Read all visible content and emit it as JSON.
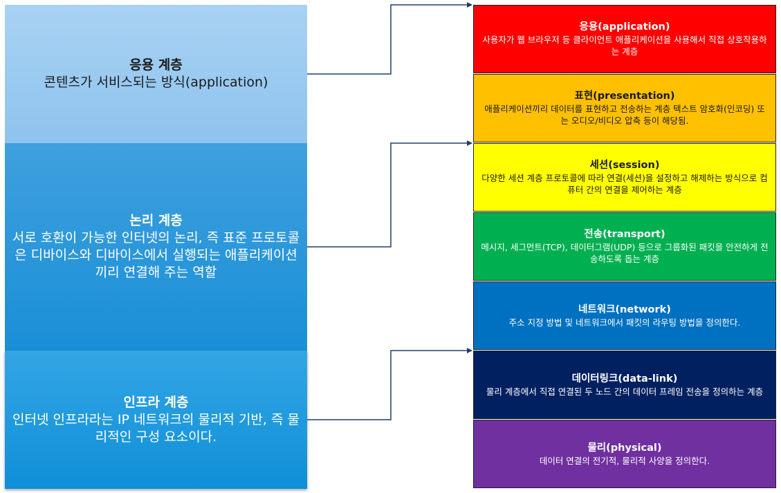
{
  "left": {
    "application": {
      "title": "응용 계층",
      "desc": "콘텐츠가 서비스되는 방식(application)"
    },
    "logic": {
      "title": "논리 계층",
      "desc": "서로 호환이 가능한 인터넷의 논리, 즉 표준 프로토콜은 디바이스와 디바이스에서 실행되는 애플리케이션끼리 연결해 주는 역할"
    },
    "infra": {
      "title": "인프라 계층",
      "desc": "인터넷 인프라라는 IP 네트워크의 물리적 기반, 즉 물리적인 구성 요소이다."
    }
  },
  "layers": [
    {
      "title": "응용(application)",
      "desc": "사용자가 웹 브라우저 등 클라이언트 애플리케이션을 사용해서 직접 상호작용하는 계층",
      "bg": "#ff0000",
      "fg": "#ffffff"
    },
    {
      "title": "표현(presentation)",
      "desc": "애플리케이션끼리 데이터를 표현하고 전송하는 계층 텍스트 암호화(인코딩) 또는 오디오/비디오 압축 등이 해당됨.",
      "bg": "#ffc000",
      "fg": "#1a1a1a"
    },
    {
      "title": "세션(session)",
      "desc": "다양한 세션 계층 프로토콜에 따라 연결(세션)을 설정하고 해제하는 방식으로 컴퓨터 간의 연결을 제어하는 계층",
      "bg": "#ffff00",
      "fg": "#1a1a1a"
    },
    {
      "title": "전송(transport)",
      "desc": "메시지, 세그먼트(TCP), 데이터그램(UDP) 등으로 그룹화된 패킷을 안전하게 전송하도록 돕는 계층",
      "bg": "#00b050",
      "fg": "#ffffff"
    },
    {
      "title": "네트워크(network)",
      "desc": "주소 지정 방법 및 네트워크에서 패킷의 라우팅 방법을 정의한다.",
      "bg": "#0070c0",
      "fg": "#ffffff"
    },
    {
      "title": "데이터링크(data-link)",
      "desc": "물리 계층에서 직접 연결된 두 노드 간의 데이터 프레임 전송을 정의하는 계층",
      "bg": "#002060",
      "fg": "#ffffff"
    },
    {
      "title": "물리(physical)",
      "desc": "데이터 연결의 전기적, 물리적 사양을 정의한다.",
      "bg": "#7030a0",
      "fg": "#ffffff"
    }
  ]
}
